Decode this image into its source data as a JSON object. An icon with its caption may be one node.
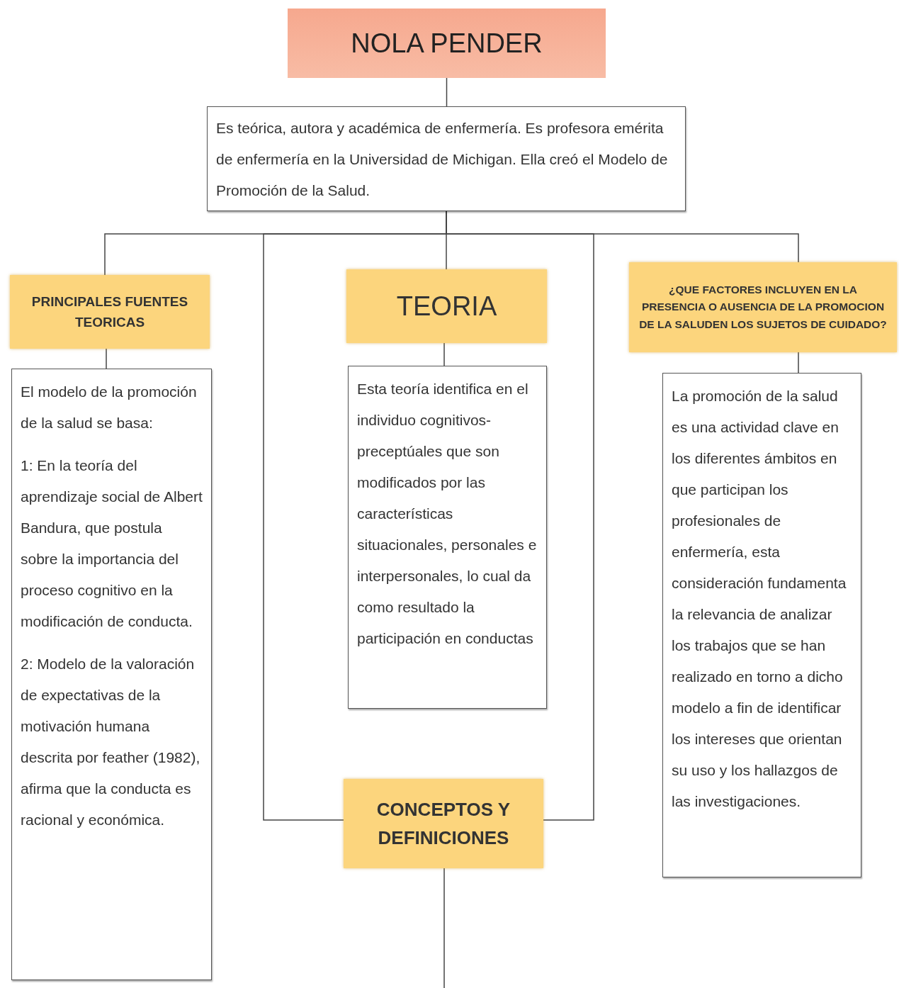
{
  "diagram": {
    "nodes": [
      {
        "text": [
          "NOLA PENDER"
        ]
      },
      {
        "text": [
          "Es teórica, autora y académica de enfermería. Es profesora emérita de enfermería en la Universidad de Michigan. Ella creó el Modelo de Promoción de la Salud."
        ]
      },
      {
        "text": [
          "PRINCIPALES FUENTES TEORICAS"
        ]
      },
      {
        "text": [
          "TEORIA"
        ]
      },
      {
        "text": [
          "¿QUE FACTORES INCLUYEN EN LA PRESENCIA O AUSENCIA DE LA PROMOCION DE LA SALUDEN LOS SUJETOS DE CUIDADO?"
        ]
      },
      {
        "text": [
          "El modelo de la promoción de la salud se basa:",
          "1: En la teoría del aprendizaje social de Albert Bandura, que postula sobre la importancia del proceso cognitivo en la modificación de conducta.",
          "2: Modelo de la valoración de expectativas de la motivación humana descrita por feather (1982), afirma que la conducta es racional y económica."
        ]
      },
      {
        "text": [
          "Esta teoría identifica en el individuo cognitivos-preceptúales que son modificados por las características situacionales, personales e interpersonales, lo cual da como resultado la participación en conductas"
        ]
      },
      {
        "text": [
          "La promoción de la salud es una actividad clave en los diferentes ámbitos en que participan los profesionales de enfermería, esta consideración fundamenta la relevancia de analizar los trabajos que se han realizado en torno a dicho modelo a fin de identificar los intereses que orientan su uso y los hallazgos de las investigaciones."
        ]
      },
      {
        "text": [
          "CONCEPTOS Y DEFINICIONES"
        ]
      }
    ],
    "edges": [
      {
        "from": 0,
        "to": 1,
        "arrow": "none"
      },
      {
        "from": 1,
        "to": 2,
        "arrow": "none"
      },
      {
        "from": 1,
        "to": 3,
        "arrow": "none"
      },
      {
        "from": 1,
        "to": 4,
        "arrow": "none"
      },
      {
        "from": 1,
        "to": 8,
        "arrow": "none"
      },
      {
        "from": 1,
        "to": 8,
        "arrow": "none"
      },
      {
        "from": 2,
        "to": 5,
        "arrow": "none"
      },
      {
        "from": 3,
        "to": 6,
        "arrow": "none"
      },
      {
        "from": 4,
        "to": 7,
        "arrow": "none"
      },
      {
        "from": 8,
        "to": null,
        "arrow": "none"
      }
    ]
  }
}
